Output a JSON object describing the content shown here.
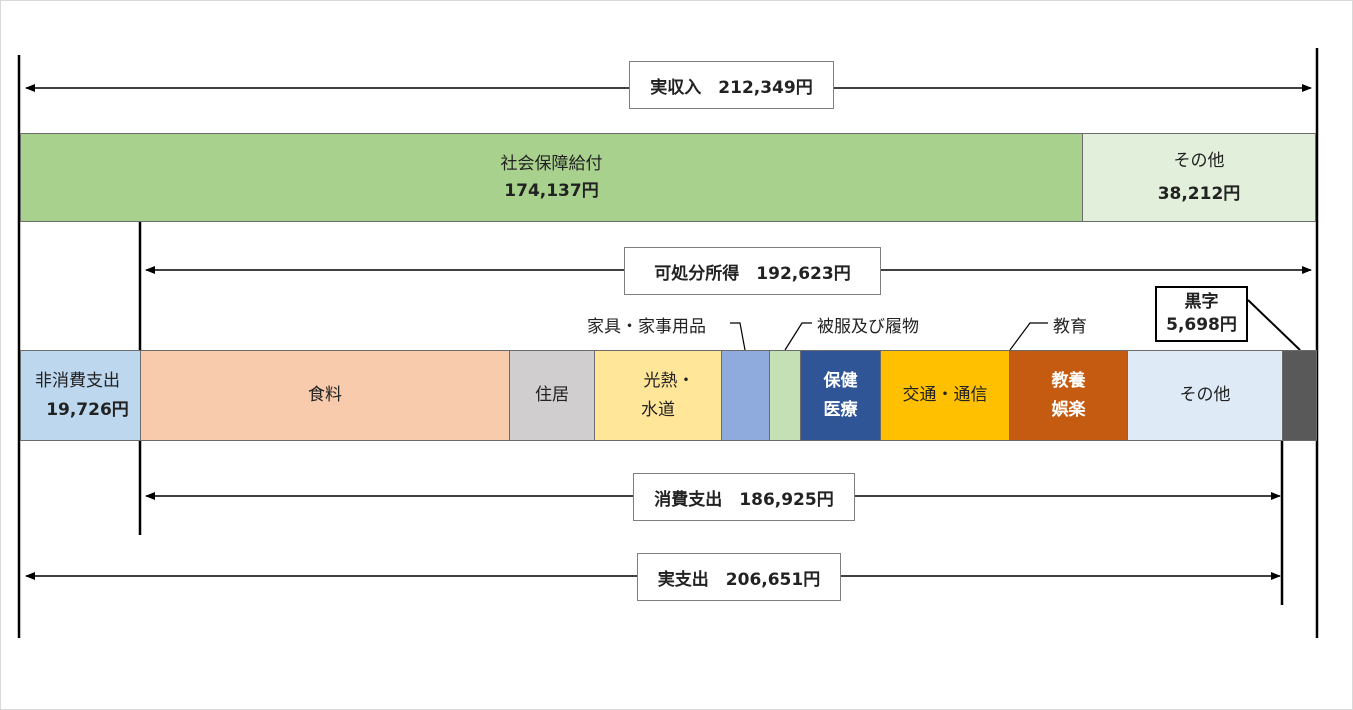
{
  "income": {
    "total_label": "実収入　212,349円",
    "social_security": {
      "name": "社会保障給付",
      "amount": "174,137円",
      "color": "#a9d18e"
    },
    "other": {
      "name": "その他",
      "amount": "38,212円",
      "color": "#e2efda"
    }
  },
  "disposable_label": "可処分所得　192,623円",
  "consumption_label": "消費支出　186,925円",
  "actual_expenditure_label": "実支出　206,651円",
  "surplus": {
    "name": "黒字",
    "amount": "5,698円",
    "color": "#595959"
  },
  "expenditure": {
    "non_consumption": {
      "name": "非消費支出",
      "amount": "19,726円",
      "color": "#bdd7ee"
    },
    "food": {
      "name": "食料",
      "color": "#f8cbad"
    },
    "housing": {
      "name": "住居",
      "color": "#d0cece"
    },
    "utilities": {
      "line1": "光熱・",
      "line2": "水道",
      "color": "#ffe699"
    },
    "furniture": {
      "callout": "家具・家事用品",
      "color": "#8faadc"
    },
    "clothing": {
      "callout": "被服及び履物",
      "color": "#c5e0b4"
    },
    "medical": {
      "line1": "保健",
      "line2": "医療",
      "color": "#2f5597"
    },
    "transport": {
      "name": "交通・通信",
      "color": "#ffc000"
    },
    "education": {
      "callout": "教育"
    },
    "recreation": {
      "line1": "教養",
      "line2": "娯楽",
      "color": "#c55a11"
    },
    "other": {
      "name": "その他",
      "color": "#deebf7"
    }
  }
}
